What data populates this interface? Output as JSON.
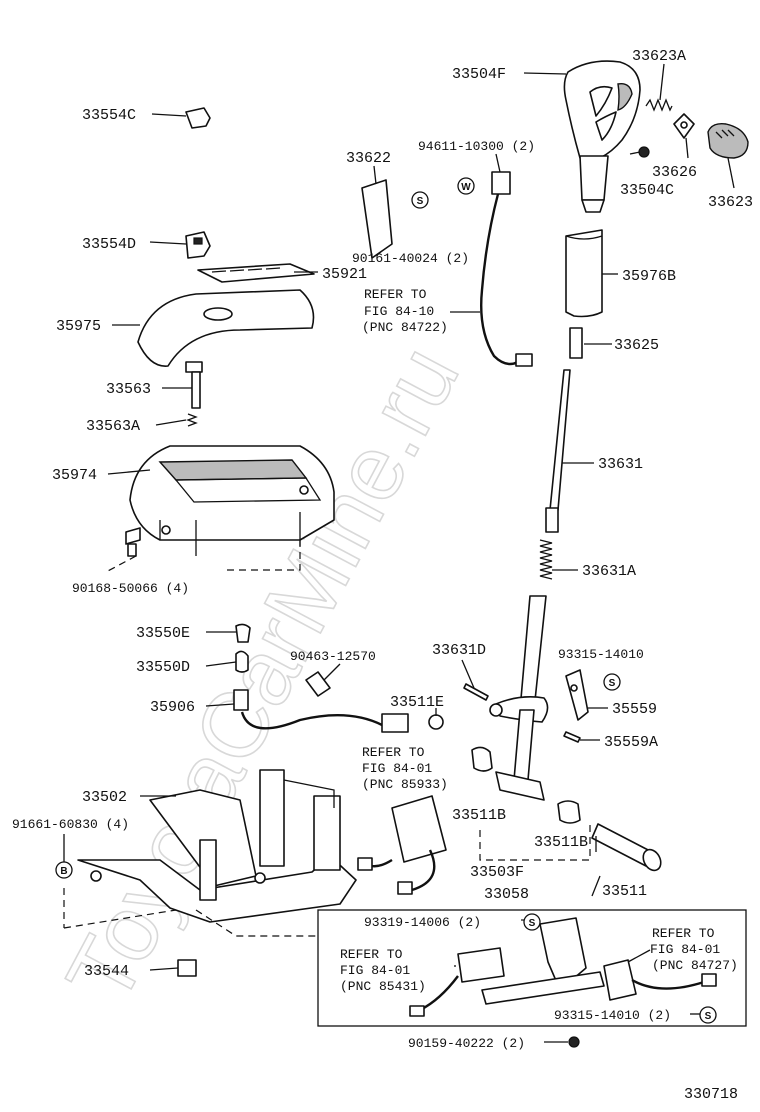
{
  "watermark": "ToyotaCarMine.ru",
  "figure_number": "330718",
  "labels": {
    "p33504F": "33504F",
    "p33623A": "33623A",
    "p33554C": "33554C",
    "p33622": "33622",
    "p94611": "94611-10300 (2)",
    "p33626": "33626",
    "p33504C": "33504C",
    "p33623": "33623",
    "p33554D": "33554D",
    "p90161": "90161-40024 (2)",
    "p35921": "35921",
    "p35976B": "35976B",
    "refer1_a": "REFER TO",
    "refer1_b": "FIG 84-10",
    "refer1_c": "(PNC 84722)",
    "p35975": "35975",
    "p33625": "33625",
    "p33563": "33563",
    "p33563A": "33563A",
    "p33631": "33631",
    "p35974": "35974",
    "p90168": "90168-50066 (4)",
    "p33631A": "33631A",
    "p33550E": "33550E",
    "p33631D": "33631D",
    "p93315a": "93315-14010",
    "p33550D": "33550D",
    "p90463": "90463-12570",
    "p35906": "35906",
    "p33511E": "33511E",
    "p35559": "35559",
    "p35559A": "35559A",
    "refer2_a": "REFER TO",
    "refer2_b": "FIG 84-01",
    "refer2_c": "(PNC 85933)",
    "p33502": "33502",
    "p91661": "91661-60830 (4)",
    "p33511B_1": "33511B",
    "p33511B_2": "33511B",
    "p33503F": "33503F",
    "p33511": "33511",
    "p33058": "33058",
    "p93319": "93319-14006 (2)",
    "refer3_a": "REFER TO",
    "refer3_b": "FIG 84-01",
    "refer3_c": "(PNC 84727)",
    "refer4_a": "REFER TO",
    "refer4_b": "FIG 84-01",
    "refer4_c": "(PNC 85431)",
    "p33544": "33544",
    "p93315b": "93315-14010 (2)",
    "p90159": "90159-40222 (2)"
  },
  "symbols": {
    "s_letter": "S",
    "w_letter": "W",
    "b_letter": "B"
  }
}
